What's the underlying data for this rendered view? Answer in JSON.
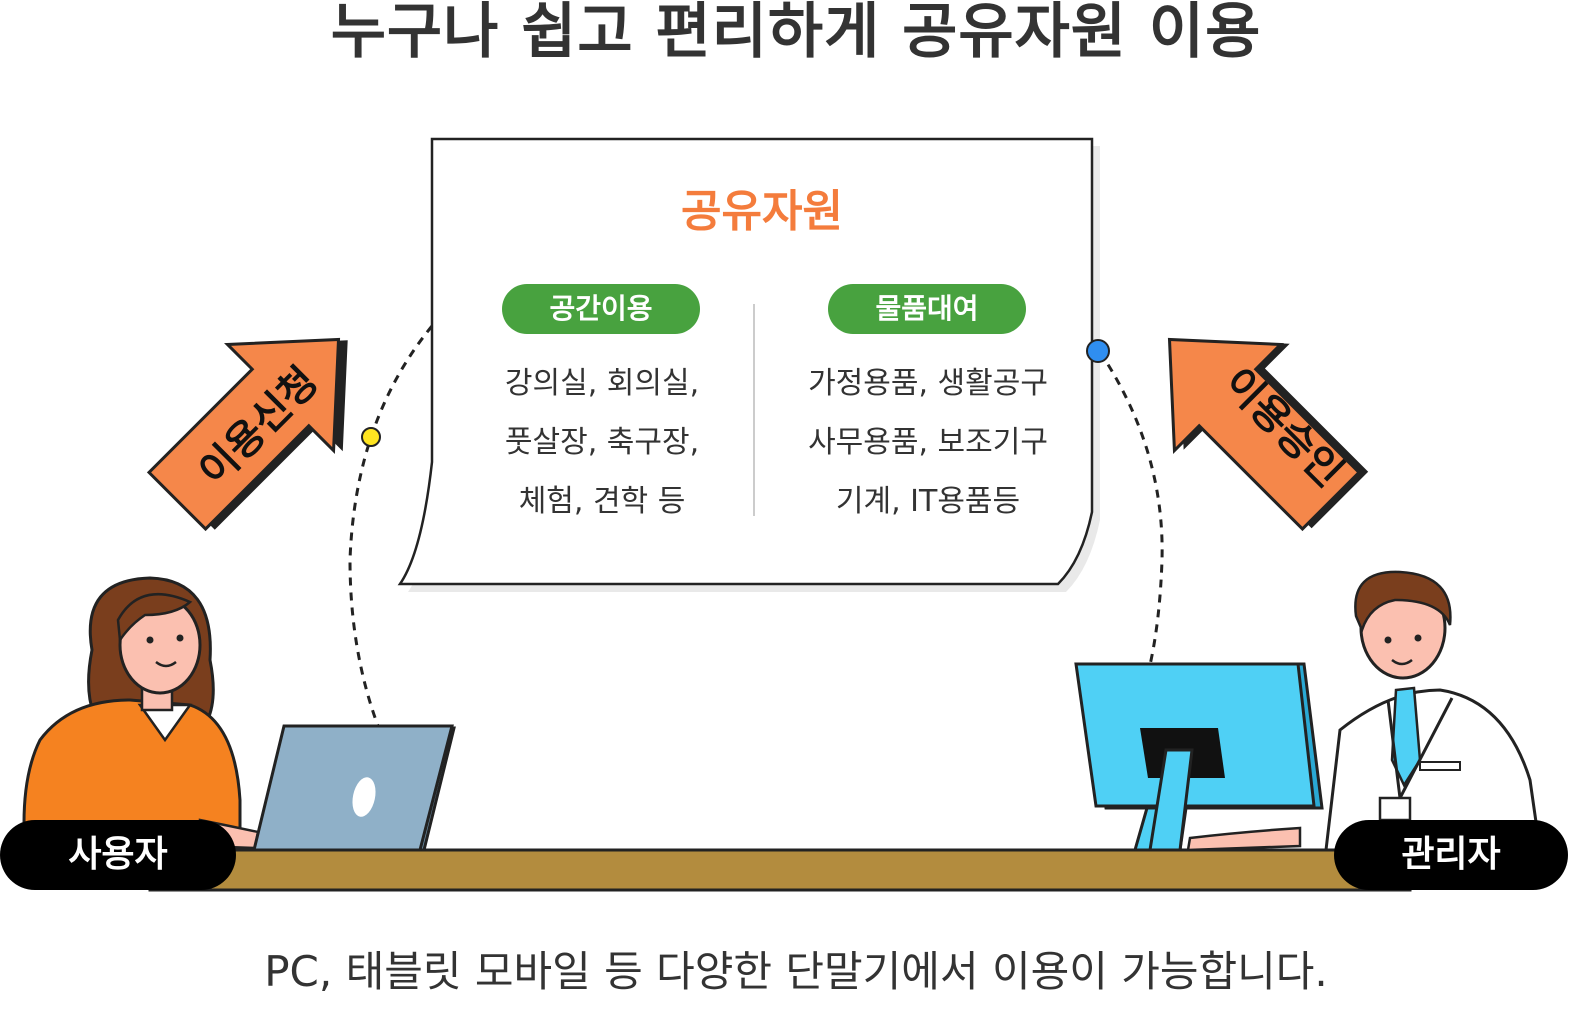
{
  "title": "누구나 쉽고 편리하게  공유자원 이용",
  "panel": {
    "title": "공유자원",
    "categories": [
      {
        "label": "공간이용",
        "lines": [
          "강의실, 회의실,",
          "풋살장, 축구장,",
          "체험, 견학 등"
        ]
      },
      {
        "label": "물품대여",
        "lines": [
          "가정용품, 생활공구",
          "사무용품, 보조기구",
          "기계, IT용품등"
        ]
      }
    ]
  },
  "arrows": {
    "request": "이용신청",
    "approve": "이용승인"
  },
  "roles": {
    "user": "사용자",
    "admin": "관리자"
  },
  "footer": "PC, 태블릿 모바일 등 다양한 단말기에서 이용이 가능합니다.",
  "colors": {
    "accent_orange": "#f47c3c",
    "arrow_orange": "#f5874a",
    "pill_green": "#48a23f",
    "desk": "#b38c3e",
    "monitor": "#4fd0f5",
    "laptop": "#8fb0c8"
  }
}
